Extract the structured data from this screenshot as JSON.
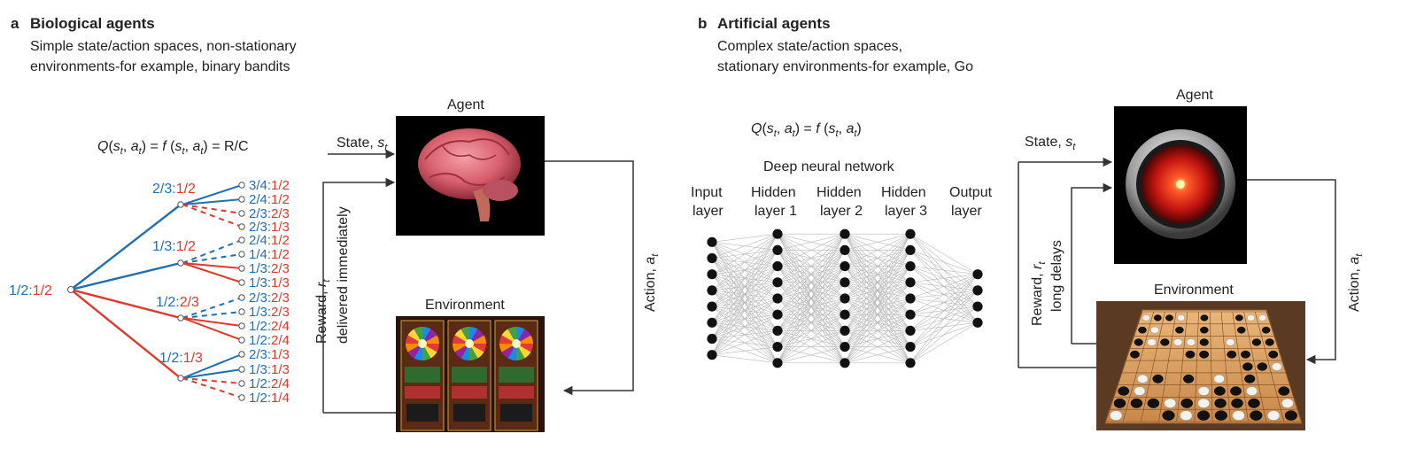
{
  "panel_a": {
    "letter": "a",
    "title": "Biological agents",
    "subtitle_1": "Simple state/action spaces, non-stationary",
    "subtitle_2": "environments-for example, binary bandits",
    "equation_q": "Q(s",
    "equation_rest": "= f (s , a ) = R/C",
    "state_label": "State, s",
    "reward_label": "Reward, r",
    "reward_sub": "delivered immediately",
    "action_label": "Action, a",
    "agent_label": "Agent",
    "environment_label": "Environment",
    "root": {
      "b": "1/2",
      "r": "1/2"
    },
    "mid_nodes": [
      {
        "b": "2/3",
        "r": "1/2"
      },
      {
        "b": "1/3",
        "r": "1/2"
      },
      {
        "b": "1/2",
        "r": "2/3"
      },
      {
        "b": "1/2",
        "r": "1/3"
      }
    ],
    "leaves": [
      {
        "b": "3/4",
        "r": "1/2"
      },
      {
        "b": "2/4",
        "r": "1/2"
      },
      {
        "b": "2/3",
        "r": "2/3"
      },
      {
        "b": "2/3",
        "r": "1/3"
      },
      {
        "b": "2/4",
        "r": "1/2"
      },
      {
        "b": "1/4",
        "r": "1/2"
      },
      {
        "b": "1/3",
        "r": "2/3"
      },
      {
        "b": "1/3",
        "r": "1/3"
      },
      {
        "b": "2/3",
        "r": "2/3"
      },
      {
        "b": "1/3",
        "r": "2/3"
      },
      {
        "b": "1/2",
        "r": "2/4"
      },
      {
        "b": "1/2",
        "r": "2/4"
      },
      {
        "b": "2/3",
        "r": "1/3"
      },
      {
        "b": "1/3",
        "r": "1/3"
      },
      {
        "b": "1/2",
        "r": "2/4"
      },
      {
        "b": "1/2",
        "r": "1/4"
      }
    ],
    "colors": {
      "blue": "#1f6fb5",
      "red": "#e0392b"
    }
  },
  "panel_b": {
    "letter": "b",
    "title": "Artificial agents",
    "subtitle_1": "Complex state/action spaces,",
    "subtitle_2": "stationary environments-for example, Go",
    "equation": "Q(s , a ) = f (s , a )",
    "network_title": "Deep neural network",
    "layers": [
      {
        "line1": "Input",
        "line2": "layer",
        "nodes": 8
      },
      {
        "line1": "Hidden",
        "line2": "layer 1",
        "nodes": 9
      },
      {
        "line1": "Hidden",
        "line2": "layer 2",
        "nodes": 9
      },
      {
        "line1": "Hidden",
        "line2": "layer 3",
        "nodes": 9
      },
      {
        "line1": "Output",
        "line2": "layer",
        "nodes": 4
      }
    ],
    "state_label": "State, s",
    "reward_label": "Reward, r",
    "reward_sub": "long delays",
    "action_label": "Action, a",
    "agent_label": "Agent",
    "environment_label": "Environment"
  }
}
